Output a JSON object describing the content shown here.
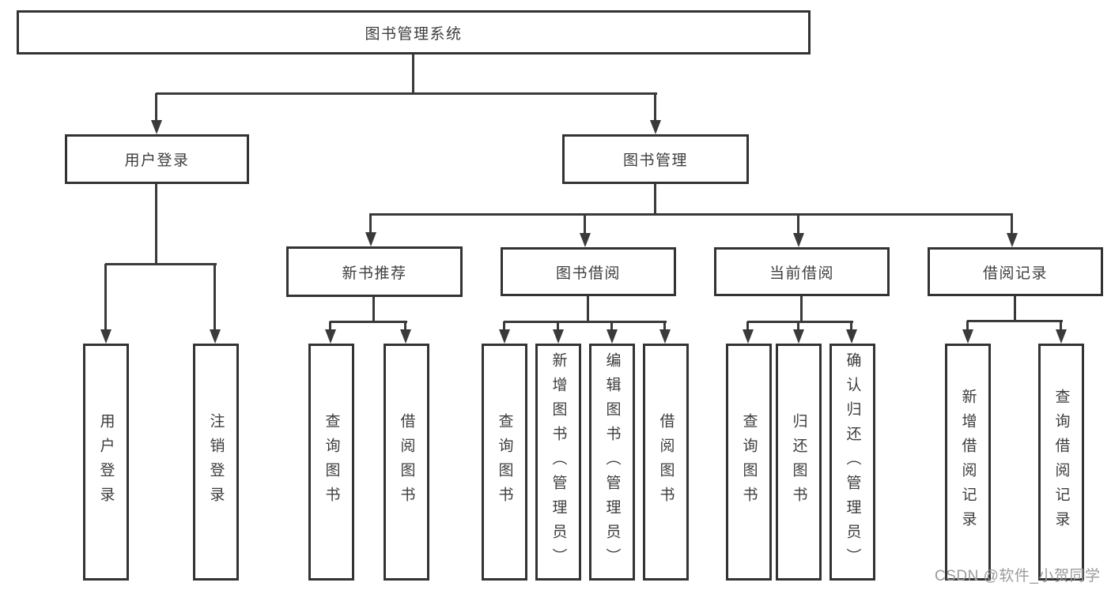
{
  "colors": {
    "line": "#3a3a3a",
    "border": "#333333",
    "text": "#3d3d3d",
    "watermark": "#9b9b9b",
    "background": "#ffffff"
  },
  "nodes": {
    "root": "图书管理系统",
    "user_login": "用户登录",
    "book_mgmt": "图书管理",
    "new_book_rec": "新书推荐",
    "book_borrow": "图书借阅",
    "current_borrow": "当前借阅",
    "borrow_record": "借阅记录",
    "leaf_user_login": "用户登录",
    "leaf_logout": "注销登录",
    "leaf_query_book_1": "查询图书",
    "leaf_borrow_book_1": "借阅图书",
    "leaf_query_book_2": "查询图书",
    "leaf_add_book": "新增图书（管理员）",
    "leaf_edit_book": "编辑图书（管理员）",
    "leaf_borrow_book_2": "借阅图书",
    "leaf_query_book_3": "查询图书",
    "leaf_return_book": "归还图书",
    "leaf_confirm_return": "确认归还（管理员）",
    "leaf_add_borrow_record": "新增借阅记录",
    "leaf_query_borrow_record": "查询借阅记录"
  },
  "watermark": {
    "text": "CSDN @软件_小贺同学"
  }
}
